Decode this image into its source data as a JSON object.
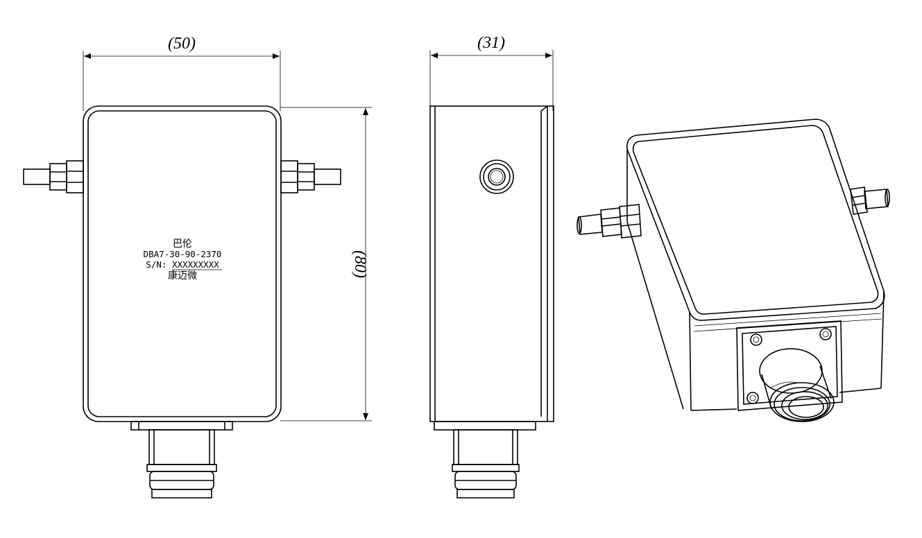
{
  "dimensions": {
    "front_width": "(50)",
    "side_width": "(31)",
    "height": "(80)"
  },
  "label": {
    "line1": "巴伦",
    "line2": "DBA7-30-90-2370",
    "line3": "S/N: XXXXXXXXX",
    "line4": "康迈微"
  },
  "colors": {
    "line": "#000000",
    "background": "#ffffff"
  }
}
